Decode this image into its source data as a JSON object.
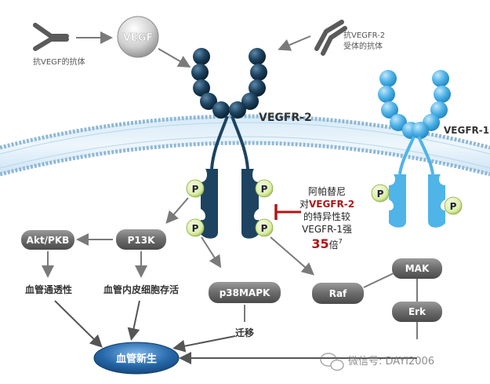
{
  "top": {
    "anti_vegf_label": "抗VEGF的抗体",
    "vegf_label": "VEGF",
    "anti_vegfr2_label_line1": "抗VEGFR-2",
    "anti_vegfr2_label_line2": "受体的抗体"
  },
  "receptors": {
    "vegfr2_label": "VEGFR-2",
    "vegfr1_label": "VEGFR-1",
    "phospho_label": "P"
  },
  "inhibitor_note": {
    "line1": "阿帕替尼",
    "line2_prefix": "对",
    "line2_highlight": "VEGFR-2",
    "line3": "的特异性较",
    "line4": "VEGFR-1强",
    "line5_number": "35",
    "line5_suffix": "倍",
    "line5_superscript": "7"
  },
  "pathway": {
    "akt_pkb": "Akt/PKB",
    "p13k": "P13K",
    "p38mapk": "p38MAPK",
    "raf": "Raf",
    "mak": "MAK",
    "erk": "Erk",
    "permeability": "血管通透性",
    "survival": "血管内皮细胞存活",
    "migration": "迁移",
    "angiogenesis": "血管新生"
  },
  "watermark": {
    "text": "微信号: DAYI2006"
  },
  "colors": {
    "vegfr2": "#1d4360",
    "vegfr1": "#4fb4e8",
    "phospho_fill": "#dbeea5",
    "highlight_red": "#b01616",
    "node_gray": "#6b6b6b",
    "angiogenesis_blue": "#2567a8"
  }
}
